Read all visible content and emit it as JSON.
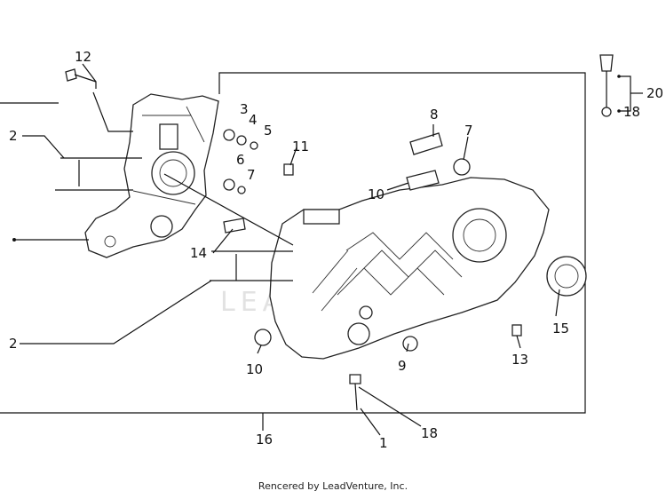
{
  "callouts": [
    "12",
    "3",
    "4",
    "5",
    "2",
    "6",
    "7",
    "8",
    "7",
    "11",
    "10",
    "14",
    "2",
    "10",
    "9",
    "13",
    "15",
    "16",
    "1",
    "18",
    "20",
    "18"
  ],
  "watermark": "LEADVENTURE",
  "footer": "Rencered by LeadVenture, Inc."
}
